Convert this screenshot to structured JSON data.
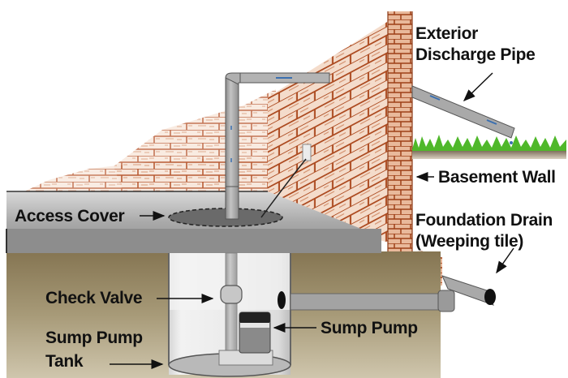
{
  "diagram": {
    "title": "Sump Pump System",
    "labels": {
      "exterior_discharge_pipe_line1": "Exterior",
      "exterior_discharge_pipe_line2": "Discharge Pipe",
      "basement_wall": "Basement Wall",
      "foundation_drain_line1": "Foundation Drain",
      "foundation_drain_line2": "(Weeping tile)",
      "access_cover": "Access Cover",
      "check_valve": "Check Valve",
      "sump_pump": "Sump Pump",
      "sump_pump_tank_line1": "Sump Pump",
      "sump_pump_tank_line2": "Tank"
    },
    "colors": {
      "brick": "#b5532a",
      "brick_light": "#f3d9c8",
      "floor_slab": "#9a9a9a",
      "soil": "#8e7f5c",
      "pipe": "#a8a8a8",
      "grass": "#4fb82a",
      "flow_arrow": "#3a6fb0"
    }
  }
}
